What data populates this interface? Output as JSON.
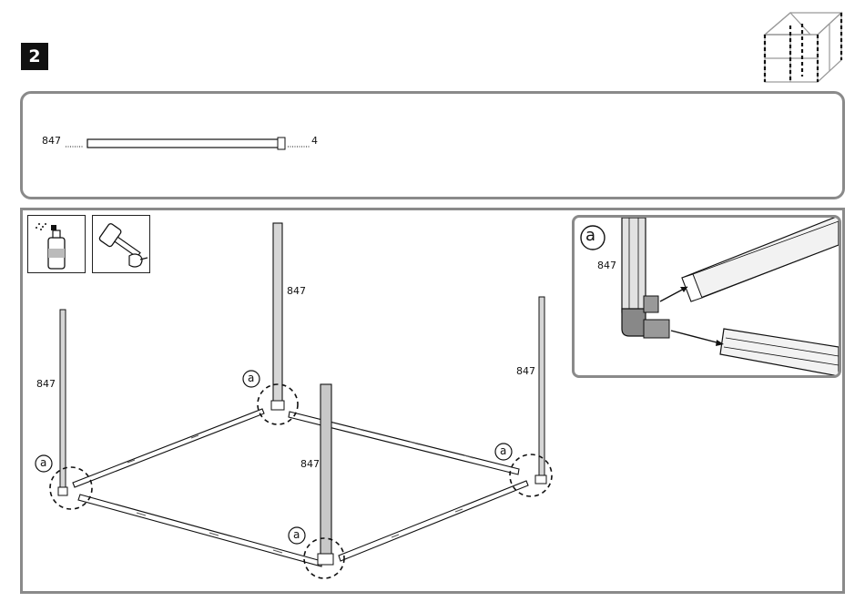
{
  "step": {
    "number": "2"
  },
  "parts": {
    "items": [
      {
        "part_number": "847",
        "quantity": "4"
      }
    ]
  },
  "assembly": {
    "post_labels": [
      "847",
      "847",
      "847",
      "847"
    ],
    "callout_letter": "a"
  },
  "detail": {
    "letter": "a",
    "part_label": "847"
  },
  "tools": {
    "icons": [
      "spray-lubricant-icon",
      "rubber-mallet-icon"
    ]
  },
  "thumbnail": {
    "icon": "greenhouse-icon"
  }
}
